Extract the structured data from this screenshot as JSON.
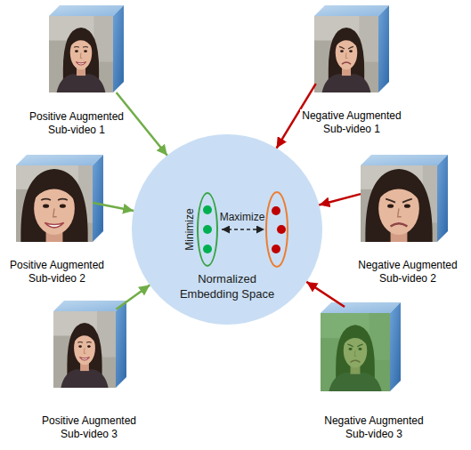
{
  "diagram": {
    "nodes": [
      {
        "text": [
          "Positive Augmented Sub-video 1"
        ]
      },
      {
        "text": [
          "Negative Augmented Sub-video 1"
        ]
      },
      {
        "text": [
          "Positive Augmented Sub-video 2"
        ]
      },
      {
        "text": [
          "Normalized Embedding Space"
        ]
      },
      {
        "text": [
          "Minimize"
        ],
        "in": 3
      },
      {
        "text": [
          "Negative Augmented Sub-video 2"
        ]
      },
      {
        "text": [
          "Positive Augmented Sub-video 3"
        ]
      },
      {
        "text": [
          "Negative Augmented Sub-video 3"
        ]
      }
    ],
    "edges": [
      {
        "from": 0,
        "to": 3,
        "arrow": "to"
      },
      {
        "from": 1,
        "to": 3,
        "arrow": "to"
      },
      {
        "from": 2,
        "to": 3,
        "arrow": "to"
      },
      {
        "from": 5,
        "to": 3,
        "arrow": "to"
      },
      {
        "from": 6,
        "to": 3,
        "arrow": "to"
      },
      {
        "from": 7,
        "to": 3,
        "arrow": "to"
      }
    ],
    "labels": [
      "Maximize"
    ]
  }
}
